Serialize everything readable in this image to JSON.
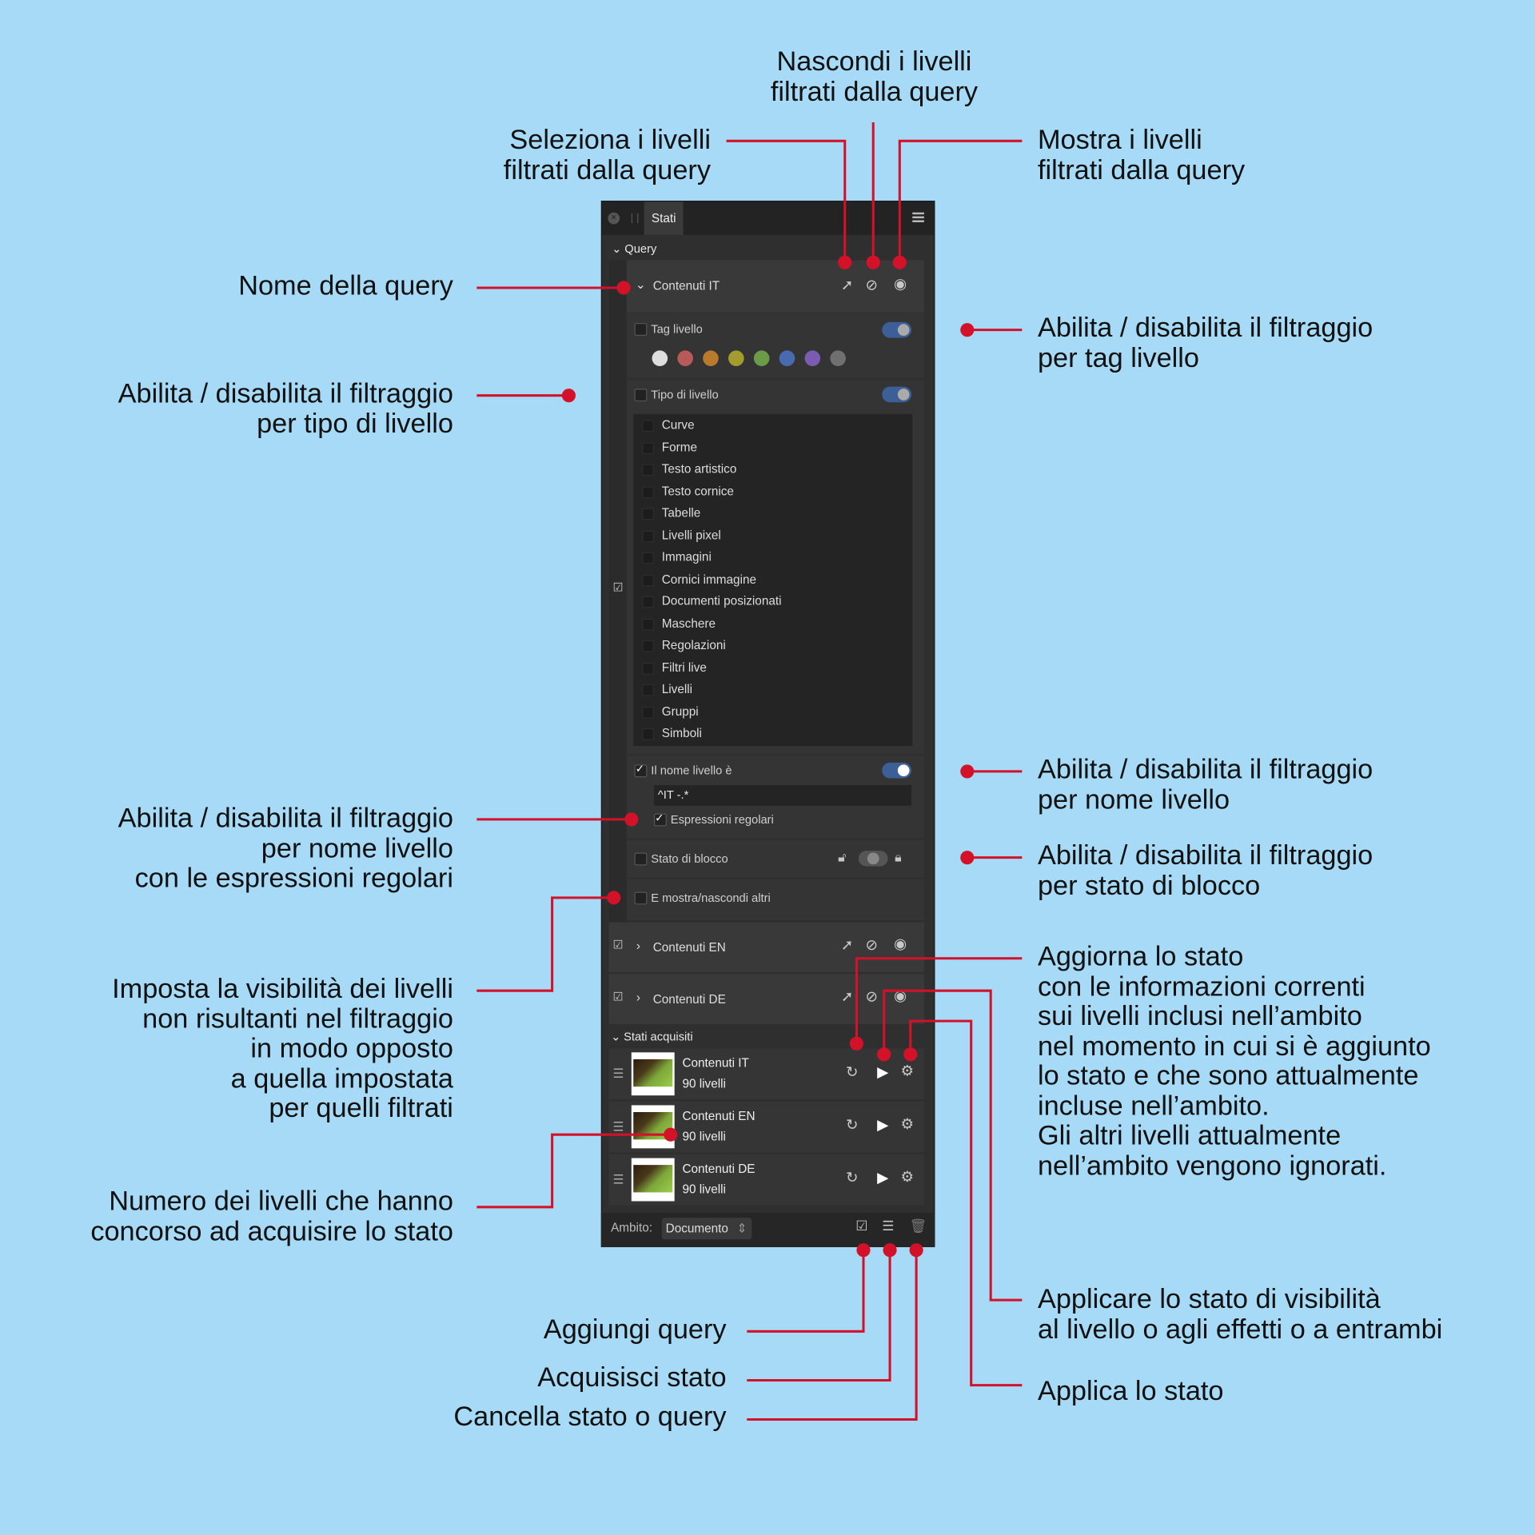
{
  "panel": {
    "tab": "Stati",
    "query_section": "Query",
    "query_name": "Contenuti IT",
    "tag_label": "Tag livello",
    "type_label": "Tipo di livello",
    "layer_types": [
      "Curve",
      "Forme",
      "Testo artistico",
      "Testo cornice",
      "Tabelle",
      "Livelli pixel",
      "Immagini",
      "Cornici immagine",
      "Documenti posizionati",
      "Maschere",
      "Regolazioni",
      "Filtri live",
      "Livelli",
      "Gruppi",
      "Simboli"
    ],
    "name_label": "Il nome livello è",
    "name_value": "^IT -.*",
    "regex_label": "Espressioni regolari",
    "lock_label": "Stato di blocco",
    "others_label": "E mostra/nascondi altri",
    "query_en": "Contenuti EN",
    "query_de": "Contenuti DE",
    "states_section": "Stati acquisiti",
    "states": [
      {
        "name": "Contenuti IT",
        "count": "90 livelli"
      },
      {
        "name": "Contenuti EN",
        "count": "90 livelli"
      },
      {
        "name": "Contenuti DE",
        "count": "90 livelli"
      }
    ],
    "scope_label": "Ambito:",
    "scope_value": "Documento",
    "tag_colors": [
      "#b95a5a",
      "#b97a2e",
      "#a39b2e",
      "#6c9b48",
      "#4a6ab0",
      "#7a5cb0",
      "#707070"
    ]
  },
  "annotations": {
    "hide_filtered": "Nascondi i livelli\nfiltrati dalla query",
    "select_filtered": "Seleziona i livelli\nfiltrati dalla query",
    "show_filtered": "Mostra i livelli\nfiltrati dalla query",
    "query_name": "Nome della query",
    "filter_tag": "Abilita / disabilita il filtraggio\nper tag livello",
    "filter_type": "Abilita / disabilita il filtraggio\nper tipo di livello",
    "filter_name": "Abilita / disabilita il filtraggio\nper nome livello",
    "filter_regex": "Abilita / disabilita il filtraggio\nper nome livello\ncon le espressioni regolari",
    "filter_lock": "Abilita / disabilita il filtraggio\nper stato di blocco",
    "update_state": "Aggiorna lo stato\ncon le informazioni correnti\nsui livelli inclusi nell’ambito\nnel momento in cui si è aggiunto\nlo stato e che sono attualmente\nincluse nell’ambito.\nGli altri livelli attualmente\nnell’ambito vengono ignorati.",
    "visibility_others": "Imposta la visibilità dei livelli\nnon risultanti nel filtraggio\nin modo opposto\na quella impostata\nper quelli filtrati",
    "layer_count": "Numero dei livelli che hanno\nconcorso ad acquisire lo stato",
    "apply_visibility": "Applicare lo stato di visibilità\nal livello o agli effetti o a entrambi",
    "apply_state": "Applica lo stato",
    "add_query": "Aggiungi query",
    "capture_state": "Acquisisci stato",
    "delete": "Cancella stato o query"
  }
}
